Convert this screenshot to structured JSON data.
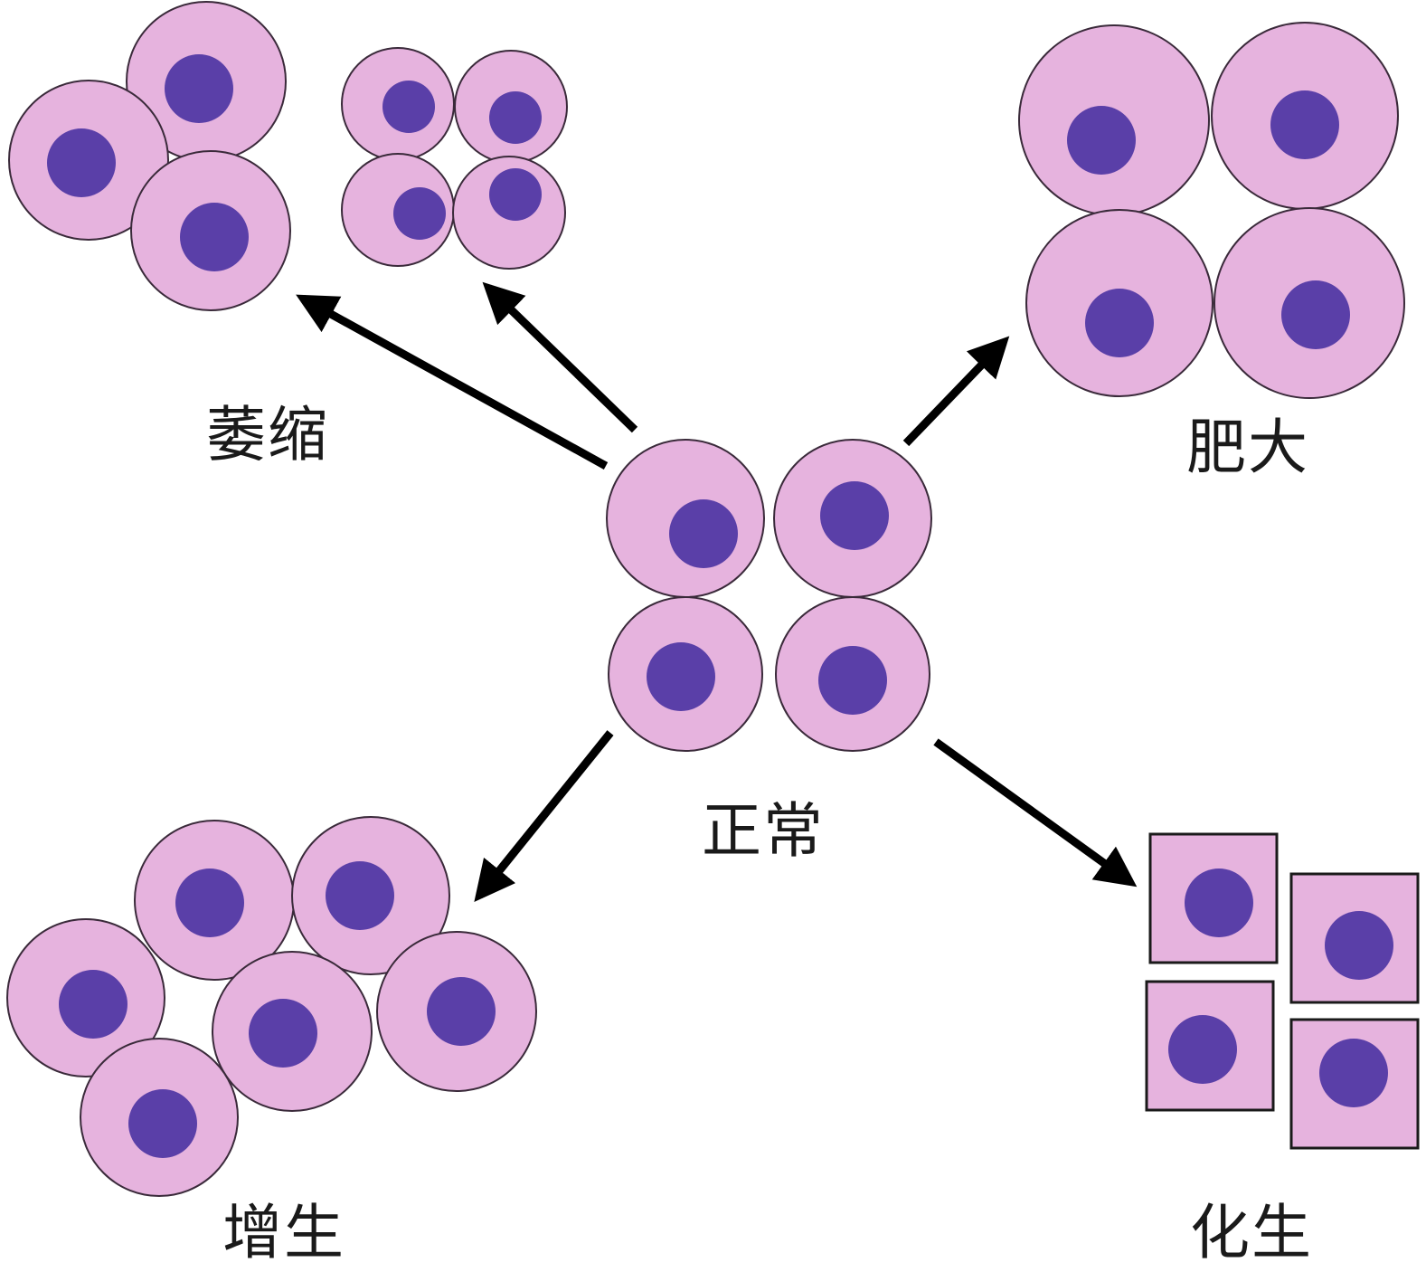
{
  "labels": {
    "normal": "正常",
    "atrophy": "萎缩",
    "hypertrophy": "肥大",
    "hyperplasia": "增生",
    "metaplasia": "化生"
  },
  "colors": {
    "cytoplasm": "#e6b3de",
    "nucleus": "#5a3fa8",
    "outline": "#3a2a3a",
    "arrow": "#000000",
    "background": "#ffffff"
  }
}
